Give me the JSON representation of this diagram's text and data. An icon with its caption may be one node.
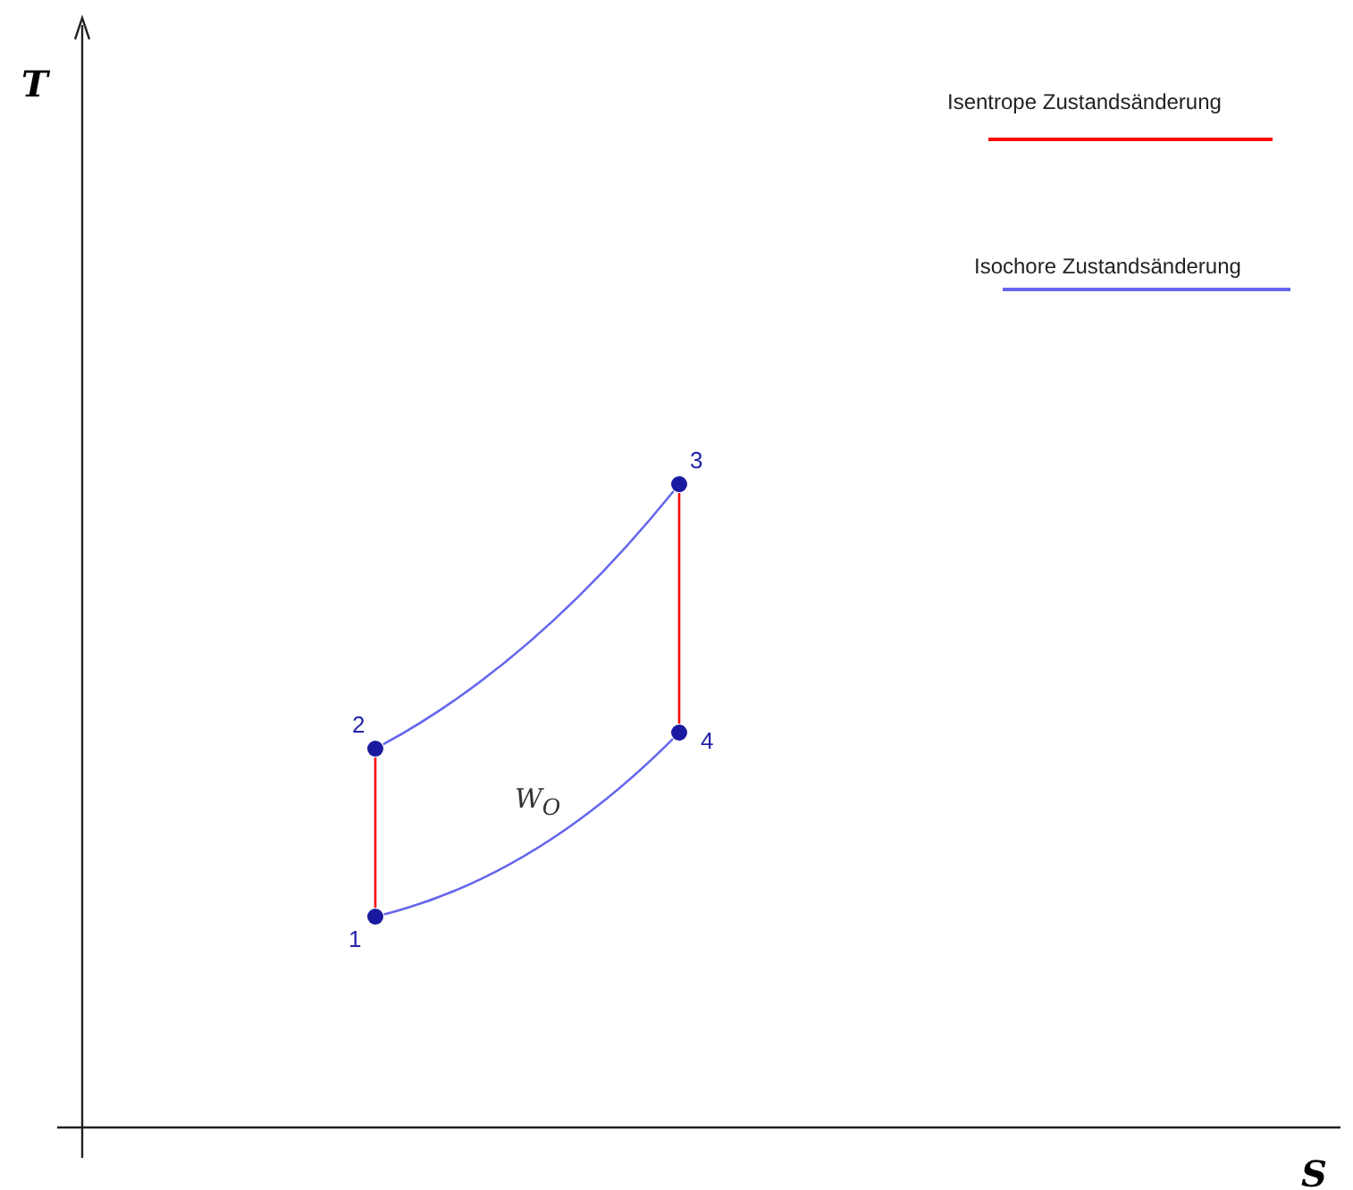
{
  "diagram": {
    "nodes": [
      {
        "text": [],
        "shape": "circle",
        "beside": [
          "1"
        ]
      },
      {
        "text": [],
        "shape": "circle",
        "beside": [
          "2"
        ]
      },
      {
        "text": [],
        "shape": "circle",
        "beside": [
          "3"
        ]
      },
      {
        "text": [],
        "shape": "circle",
        "beside": [
          "4"
        ]
      }
    ],
    "edges": [
      {
        "from": 0,
        "to": 1,
        "arrow": "none",
        "color": "#ff0000"
      },
      {
        "from": 1,
        "to": 2,
        "arrow": "none",
        "color": "#6666ee"
      },
      {
        "from": 2,
        "to": 3,
        "arrow": "none",
        "color": "#ff0000"
      },
      {
        "from": 3,
        "to": 0,
        "arrow": "none",
        "color": "#6666ee"
      }
    ],
    "labels": [
      "T",
      "S",
      "W$_{O}$"
    ],
    "legend": [
      {
        "text": "Isentrope Zustandsänderung",
        "color": "#ff0000"
      },
      {
        "text": "Isochore Zustandsänderung",
        "color": "#6666ee"
      }
    ]
  }
}
